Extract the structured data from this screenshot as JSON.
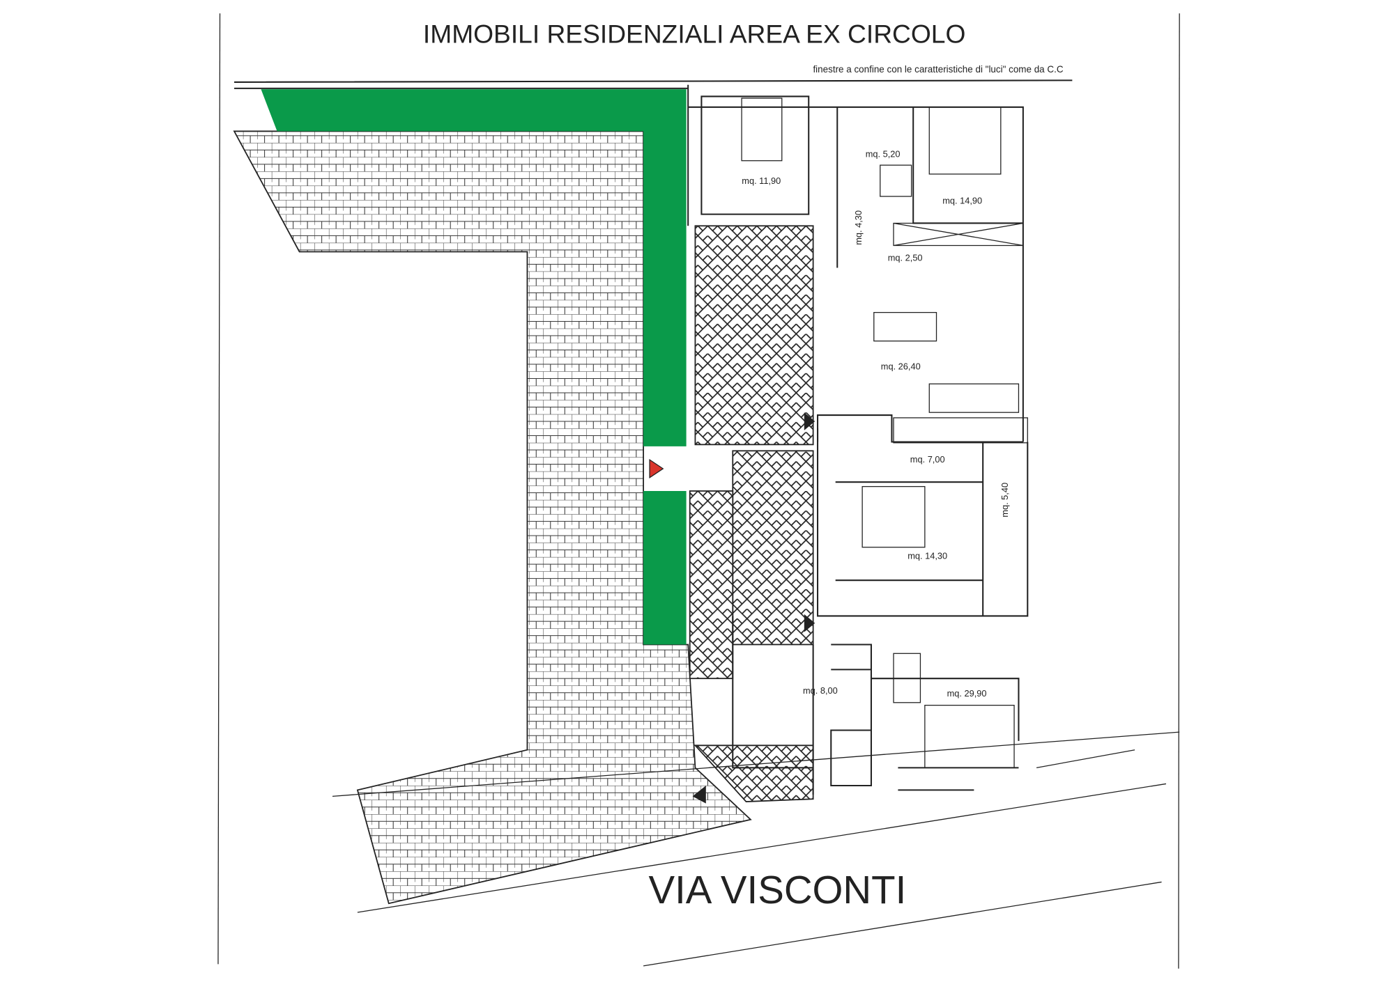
{
  "title": "IMMOBILI RESIDENZIALI AREA EX CIRCOLO",
  "note": "finestre a confine con le caratteristiche di \"luci\" come da C.C",
  "street": "VIA VISCONTI",
  "rooms": [
    {
      "label": "mq. 11,90"
    },
    {
      "label": "mq. 5,20"
    },
    {
      "label": "mq. 14,90"
    },
    {
      "label": "mq. 4,30"
    },
    {
      "label": "mq. 2,50"
    },
    {
      "label": "mq. 26,40"
    },
    {
      "label": "mq. 7,00"
    },
    {
      "label": "mq. 5,40"
    },
    {
      "label": "mq. 14,30"
    },
    {
      "label": "mq. 8,00"
    },
    {
      "label": "mq. 29,90"
    }
  ],
  "colors": {
    "green_area": "#0a9a4a",
    "entrance_marker": "#d9342b",
    "line": "#222222"
  }
}
